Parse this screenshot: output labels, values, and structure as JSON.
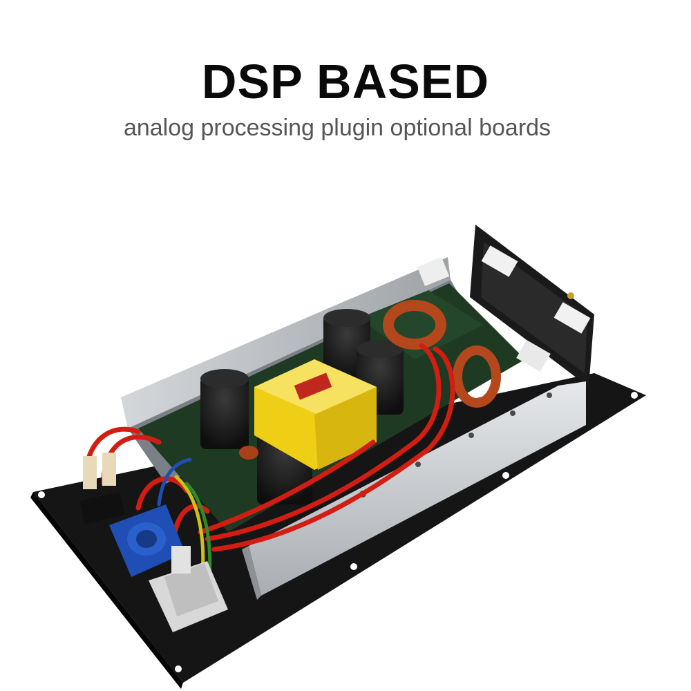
{
  "header": {
    "title": "DSP BASED",
    "subtitle": "analog processing plugin optional boards"
  },
  "product_image": {
    "subject": "amplifier-module-board",
    "colors": {
      "plate": "#151515",
      "heatsink": "#c9cccf",
      "transformer": "#f0d21a",
      "wire_red": "#d41d12",
      "connector_blue": "#1f4fb5",
      "capacitor": "#1b1b1b",
      "inductor_copper": "#b4481c"
    }
  }
}
